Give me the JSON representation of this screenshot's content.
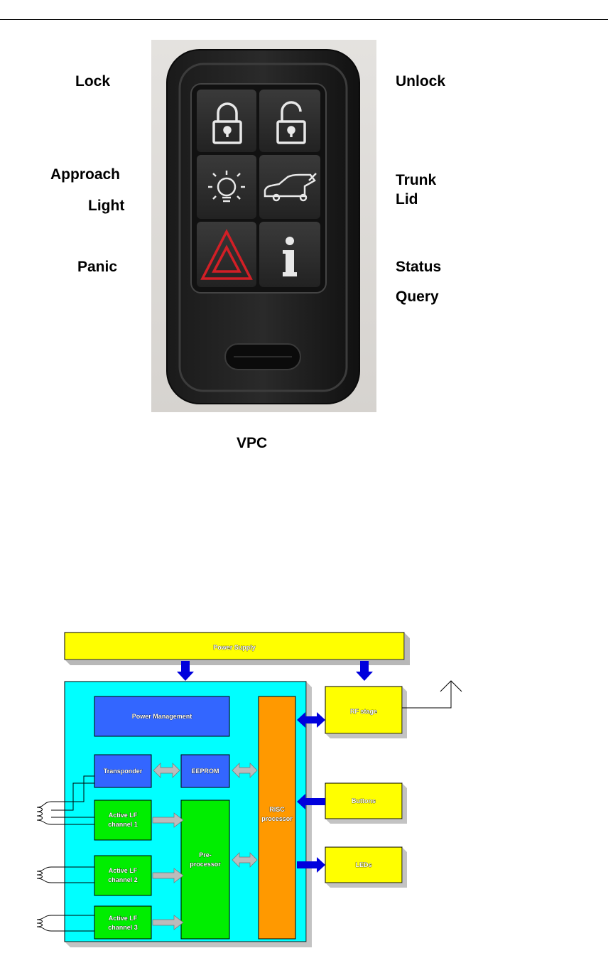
{
  "fob_labels": {
    "lock": "Lock",
    "unlock": "Unlock",
    "approach_light_line1": "Approach",
    "approach_light_line2": "Light",
    "trunk_lid_line1": "Trunk",
    "trunk_lid_line2": "Lid",
    "panic": "Panic",
    "status_query_line1": "Status",
    "status_query_line2": "Query"
  },
  "caption": "VPC",
  "block_diagram": {
    "power_supply": "Power Supply",
    "power_management": "Power Management",
    "transponder": "Transponder",
    "eeprom": "EEPROM",
    "active_lf_1_line1": "Active LF",
    "active_lf_1_line2": "channel 1",
    "active_lf_2_line1": "Active LF",
    "active_lf_2_line2": "channel 2",
    "active_lf_3_line1": "Active LF",
    "active_lf_3_line2": "channel 3",
    "pre_processor_line1": "Pre-",
    "pre_processor_line2": "processor",
    "risc_processor_line1": "RISC",
    "risc_processor_line2": "processor",
    "rf_stage": "RF stage",
    "buttons": "Buttons",
    "leds": "LEDs"
  },
  "colors": {
    "yellow": "#ffff00",
    "cyan": "#00ffff",
    "blue_block": "#3366ff",
    "green": "#00ee00",
    "orange": "#ff9900",
    "blue_arrow": "#0000dd",
    "gray_arrow": "#bbbbbb",
    "panic_red": "#d21f26"
  }
}
